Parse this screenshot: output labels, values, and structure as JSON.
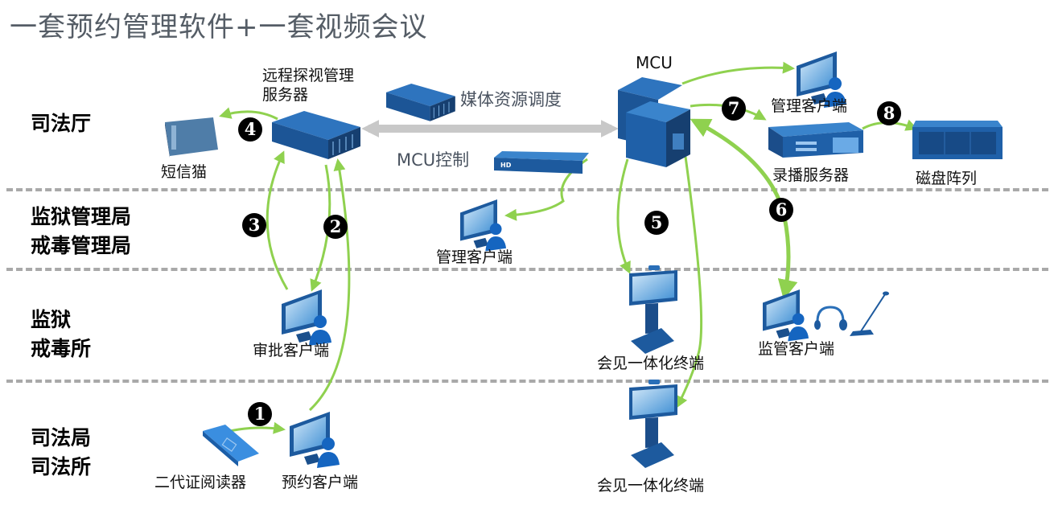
{
  "title": "一套预约管理软件+一套视频会议",
  "tiers": [
    {
      "id": "sifating",
      "label": "司法厅"
    },
    {
      "id": "jianyu-guanliju",
      "label": "监狱管理局\n戒毒管理局",
      "lines": [
        "监狱管理局",
        "戒毒管理局"
      ]
    },
    {
      "id": "jianyu",
      "label": "监狱\n戒毒所",
      "lines": [
        "监狱",
        "戒毒所"
      ]
    },
    {
      "id": "sifaju",
      "label": "司法局\n司法所",
      "lines": [
        "司法局",
        "司法所"
      ]
    }
  ],
  "nodes": {
    "remote_server": {
      "label_lines": [
        "远程探视管理",
        "服务器"
      ],
      "icon": "rack-server-icon"
    },
    "sms_modem": {
      "label": "短信猫",
      "icon": "sms-modem-icon"
    },
    "media_scheduling": {
      "label": "媒体资源调度",
      "icon": "rack-server-icon"
    },
    "mcu_control": {
      "label": "MCU控制",
      "icon": "hd-box-icon",
      "icon_text": "HD"
    },
    "mcu": {
      "label": "MCU",
      "icon": "mcu-server-icon"
    },
    "mgmt_client_top": {
      "label": "管理客户端",
      "icon": "client-workstation-icon"
    },
    "recording_server": {
      "label": "录播服务器",
      "icon": "recording-server-icon"
    },
    "disk_array": {
      "label": "磁盘阵列",
      "icon": "disk-array-icon"
    },
    "mgmt_client_mid": {
      "label": "管理客户端",
      "icon": "client-workstation-icon"
    },
    "approval_client": {
      "label": "审批客户端",
      "icon": "client-workstation-icon"
    },
    "meeting_terminal_1": {
      "label": "会见一体化终端",
      "icon": "video-terminal-icon"
    },
    "supervision_client": {
      "label": "监管客户端",
      "icon": "client-headset-mic-icon"
    },
    "id_reader": {
      "label": "二代证阅读器",
      "icon": "id-card-reader-icon"
    },
    "booking_client": {
      "label": "预约客户端",
      "icon": "client-workstation-icon"
    },
    "meeting_terminal_2": {
      "label": "会见一体化终端",
      "icon": "video-terminal-icon"
    }
  },
  "steps": [
    "❶",
    "❷",
    "❸",
    "❹",
    "❺",
    "❻",
    "❼",
    "❽"
  ],
  "step_numbers": [
    "1",
    "2",
    "3",
    "4",
    "5",
    "6",
    "7",
    "8"
  ],
  "colors": {
    "arrow_green": "#8fd14f",
    "link_gray": "#c8c8c8",
    "divider_gray": "#a9a9a9",
    "device_blue": "#1f5fa6",
    "device_dark": "#17406f",
    "title_gray": "#555d66"
  }
}
